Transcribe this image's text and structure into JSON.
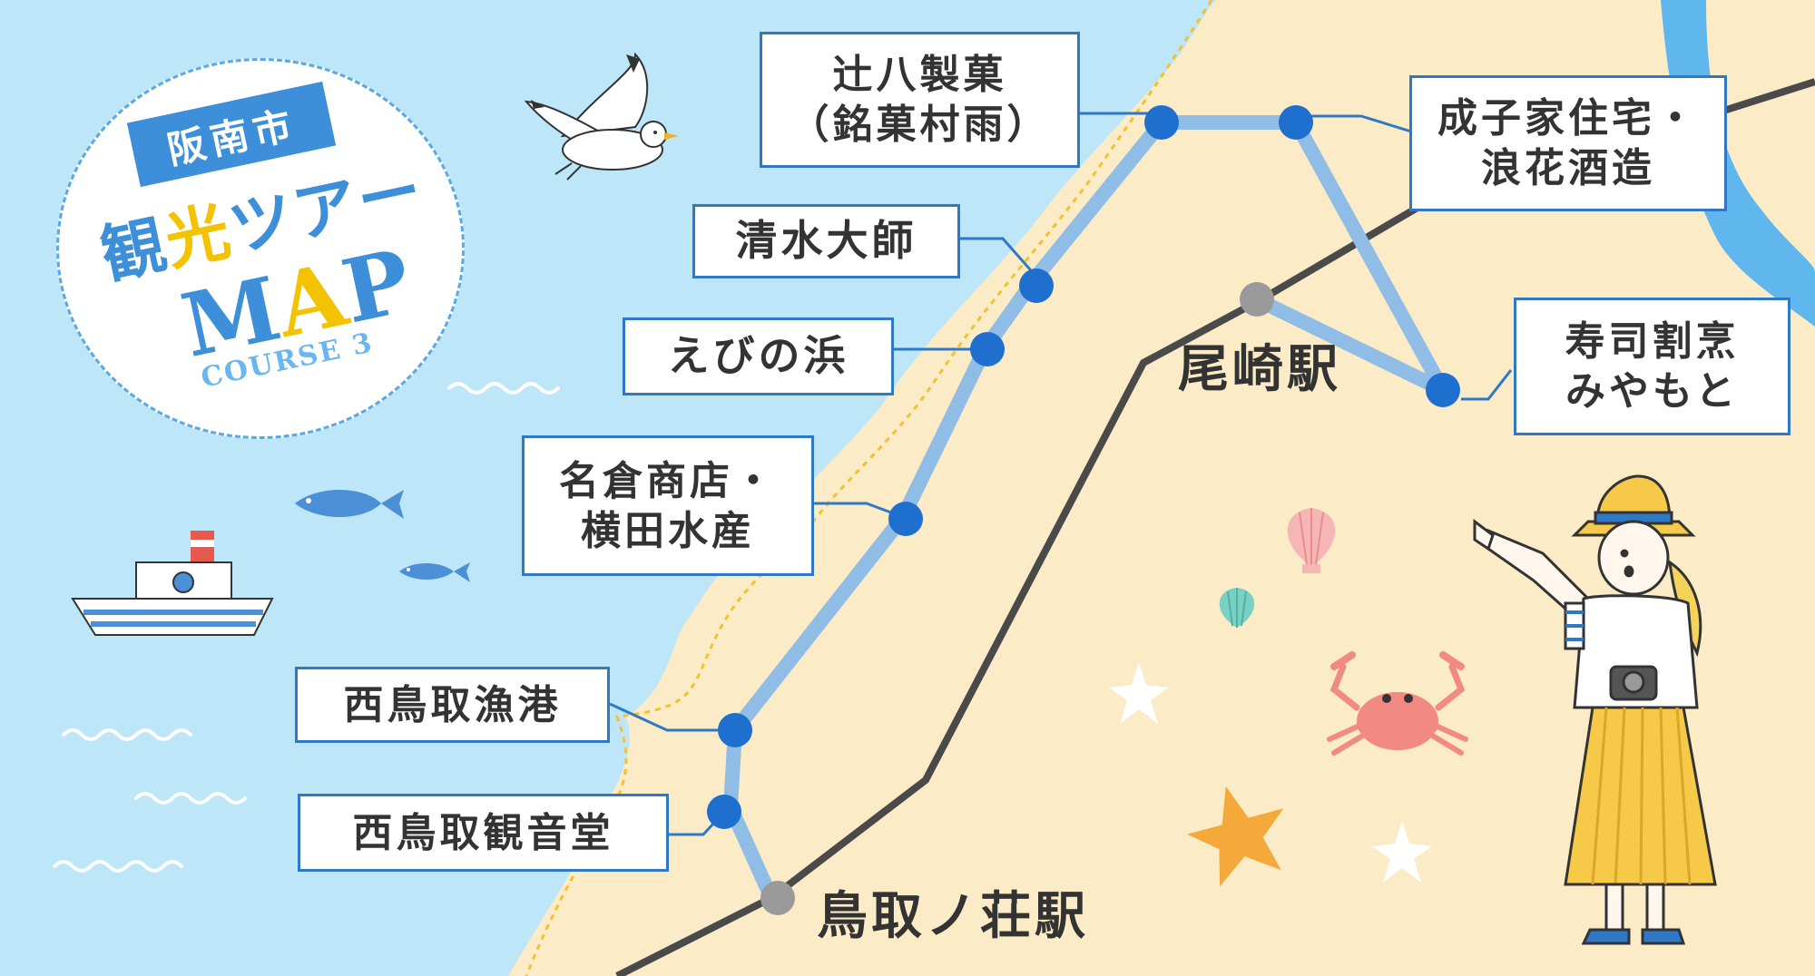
{
  "colors": {
    "sea": "#bde6f8",
    "land": "#fbebc6",
    "river": "#5fb7ee",
    "route": "#8fbde6",
    "stop": "#1f6fcf",
    "station": "#9a9a9a",
    "rail": "#4a4a4a",
    "label_border": "#2f78c5",
    "badge_blue": "#3d8fd9",
    "title_yellow": "#f3c200"
  },
  "badge": {
    "city": "阪南市",
    "title_part1": "観",
    "title_part2": "光",
    "title_part3": "ツアー",
    "map_m": "M",
    "map_a": "A",
    "map_p": "P",
    "course": "COURSE 3"
  },
  "stops": [
    {
      "id": "tsujihachi",
      "label_lines": [
        "辻八製菓",
        "（銘菓村雨）"
      ]
    },
    {
      "id": "naruko",
      "label_lines": [
        "成子家住宅・",
        "浪花酒造"
      ]
    },
    {
      "id": "shimizu",
      "label_lines": [
        "清水大師"
      ]
    },
    {
      "id": "ebinohama",
      "label_lines": [
        "えびの浜"
      ]
    },
    {
      "id": "sushi",
      "label_lines": [
        "寿司割烹",
        "みやもと"
      ]
    },
    {
      "id": "nagura",
      "label_lines": [
        "名倉商店・",
        "横田水産"
      ]
    },
    {
      "id": "gyoko",
      "label_lines": [
        "西鳥取漁港"
      ]
    },
    {
      "id": "kannon",
      "label_lines": [
        "西鳥取観音堂"
      ]
    }
  ],
  "stations": [
    {
      "id": "ozaki",
      "name": "尾崎駅"
    },
    {
      "id": "torinosho",
      "name": "鳥取ノ荘駅"
    }
  ],
  "icons": [
    "seagull-icon",
    "fish-icon",
    "ship-icon",
    "shell-icon",
    "crab-icon",
    "starfish-icon",
    "star-icon",
    "guide-woman-icon",
    "wave-icon"
  ]
}
